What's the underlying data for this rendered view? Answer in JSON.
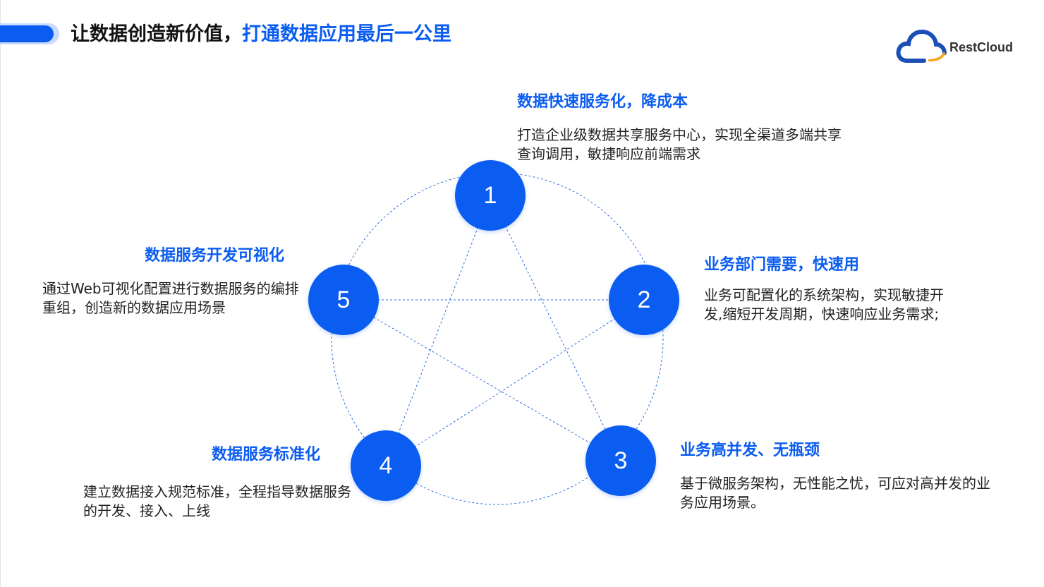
{
  "header": {
    "title_dark": "让数据创造新价值，",
    "title_blue": "打通数据应用最后一公里"
  },
  "logo": {
    "brand": "RestCloud",
    "colors": {
      "cloud": "#1b4fb6",
      "accent": "#f5a623"
    }
  },
  "colors": {
    "accent": "#0b5cf0",
    "text": "#222222"
  },
  "nodes": [
    {
      "number": "1",
      "heading": "数据快速服务化，降成本",
      "description": "打造企业级数据共享服务中心，实现全渠道多端共享查询调用，敏捷响应前端需求"
    },
    {
      "number": "2",
      "heading": "业务部门需要，快速用",
      "description": "业务可配置化的系统架构，实现敏捷开发,缩短开发周期，快速响应业务需求;"
    },
    {
      "number": "3",
      "heading": "业务高并发、无瓶颈",
      "description": "基于微服务架构，无性能之忧，可应对高并发的业务应用场景。"
    },
    {
      "number": "4",
      "heading": "数据服务标准化",
      "description": "建立数据接入规范标准，全程指导数据服务的开发、接入、上线"
    },
    {
      "number": "5",
      "heading": "数据服务开发可视化",
      "description": "通过Web可视化配置进行数据服务的编排重组，创造新的数据应用场景"
    }
  ]
}
